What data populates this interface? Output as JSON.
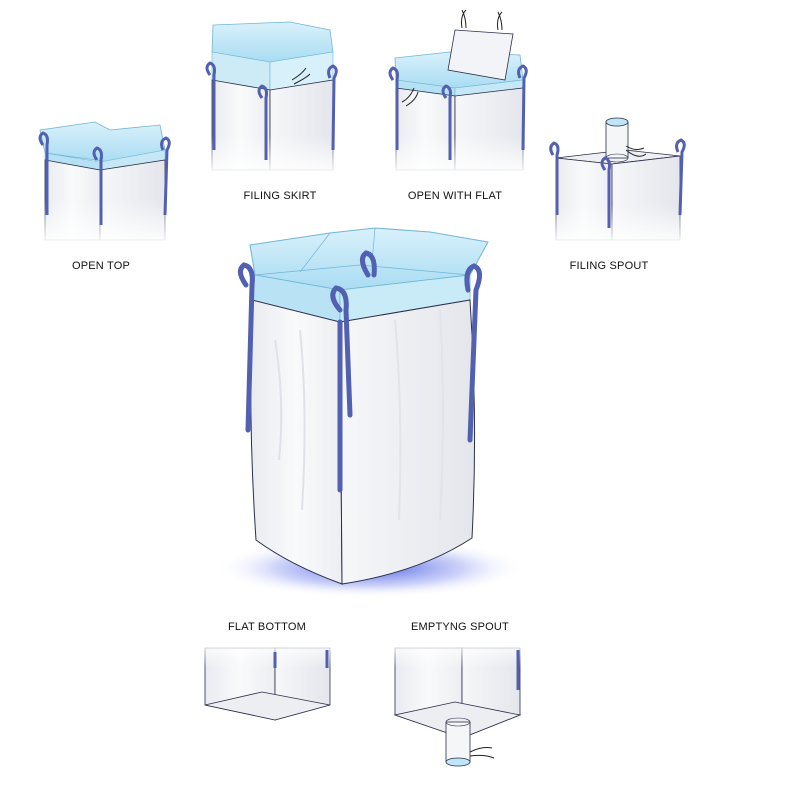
{
  "labels": {
    "open_top": "OPEN TOP",
    "filing_skirt": "FILING SKIRT",
    "open_with_flat": "OPEN WITH FLAT",
    "filing_spout": "FILING SPOUT",
    "flat_bottom": "FLAT BOTTOM",
    "emptying_spout": "EMPTYNG SPOUT"
  },
  "colors": {
    "background": "#ffffff",
    "bag_body": "#f4f5f7",
    "loop_strap": "#5160b0",
    "liner_blue": "#bfe6f7",
    "liner_edge": "#6fb6d6",
    "outline": "#2a2f4a",
    "shadow_glow": "#3a4fd6"
  },
  "icons": {
    "main_bag": "bulk-bag-icon",
    "open_top": "open-top-bag-icon",
    "filing_skirt": "filling-skirt-bag-icon",
    "open_with_flat": "open-flap-bag-icon",
    "filing_spout": "filling-spout-bag-icon",
    "flat_bottom": "flat-bottom-bag-icon",
    "emptying_spout": "emptying-spout-bag-icon"
  }
}
